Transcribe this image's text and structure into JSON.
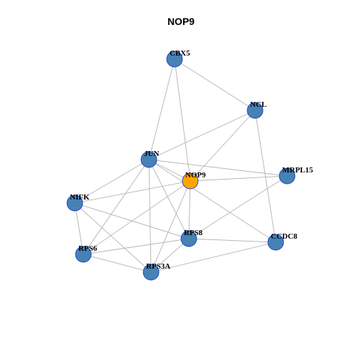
{
  "title": "NOP9",
  "colors": {
    "node": "#4682B4",
    "node_border": "#1E3FC8",
    "focus_node": "#FFA500",
    "edge": "#B3B3B3"
  },
  "focus": "NOP9",
  "nodes": [
    "CBX5",
    "NCL",
    "JUN",
    "NOP9",
    "MRPL15",
    "NIFK",
    "RPS8",
    "CCDC8",
    "RPS6",
    "RPS3A"
  ],
  "edges": [
    [
      "CBX5",
      "NCL"
    ],
    [
      "CBX5",
      "JUN"
    ],
    [
      "CBX5",
      "NOP9"
    ],
    [
      "NCL",
      "JUN"
    ],
    [
      "NCL",
      "NOP9"
    ],
    [
      "NCL",
      "CCDC8"
    ],
    [
      "JUN",
      "NOP9"
    ],
    [
      "JUN",
      "MRPL15"
    ],
    [
      "JUN",
      "NIFK"
    ],
    [
      "JUN",
      "RPS6"
    ],
    [
      "JUN",
      "RPS3A"
    ],
    [
      "JUN",
      "RPS8"
    ],
    [
      "JUN",
      "CCDC8"
    ],
    [
      "NOP9",
      "MRPL15"
    ],
    [
      "NOP9",
      "NIFK"
    ],
    [
      "NOP9",
      "RPS8"
    ],
    [
      "NOP9",
      "RPS6"
    ],
    [
      "NOP9",
      "RPS3A"
    ],
    [
      "MRPL15",
      "RPS8"
    ],
    [
      "NIFK",
      "RPS6"
    ],
    [
      "NIFK",
      "RPS8"
    ],
    [
      "NIFK",
      "RPS3A"
    ],
    [
      "RPS8",
      "RPS6"
    ],
    [
      "RPS8",
      "RPS3A"
    ],
    [
      "RPS8",
      "CCDC8"
    ],
    [
      "RPS6",
      "RPS3A"
    ],
    [
      "RPS3A",
      "CCDC8"
    ]
  ]
}
